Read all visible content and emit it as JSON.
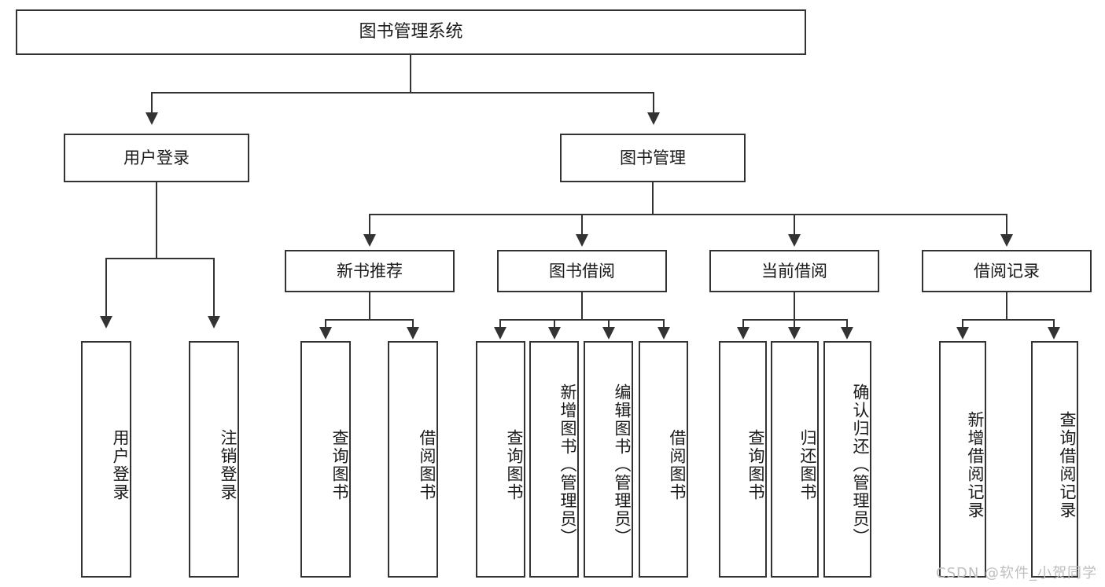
{
  "diagram": {
    "type": "tree-hierarchy-chart",
    "title": "图书管理系统",
    "levels": 4,
    "colors": {
      "box_border": "#333333",
      "box_fill": "#ffffff",
      "text": "#1a1a1a",
      "connector": "#333333",
      "watermark": "#bfbfbf",
      "background": "#ffffff"
    },
    "root": {
      "label": "图书管理系统"
    },
    "level2": [
      {
        "label": "用户登录"
      },
      {
        "label": "图书管理"
      }
    ],
    "level3": [
      {
        "label": "新书推荐"
      },
      {
        "label": "图书借阅"
      },
      {
        "label": "当前借阅"
      },
      {
        "label": "借阅记录"
      }
    ],
    "leaves": {
      "user_login": [
        {
          "label": "用户登录"
        },
        {
          "label": "注销登录"
        }
      ],
      "new_book_recommend": [
        {
          "label": "查询图书"
        },
        {
          "label": "借阅图书"
        }
      ],
      "book_borrow": [
        {
          "label": "查询图书"
        },
        {
          "label": "新增图书（管理员）"
        },
        {
          "label": "编辑图书（管理员）"
        },
        {
          "label": "借阅图书"
        }
      ],
      "current_borrow": [
        {
          "label": "查询图书"
        },
        {
          "label": "归还图书"
        },
        {
          "label": "确认归还（管理员）"
        }
      ],
      "borrow_record": [
        {
          "label": "新增借阅记录"
        },
        {
          "label": "查询借阅记录"
        }
      ]
    }
  },
  "watermark": {
    "text": "CSDN @软件_小贺同学"
  }
}
